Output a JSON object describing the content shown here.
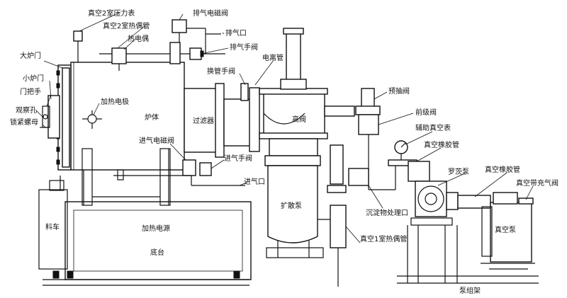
{
  "labels": {
    "vacuum2_gauge": "真空2室压力表",
    "vacuum2_thermocouple": "真空2室热偶管",
    "thermocouple": "热电偶",
    "exhaust_solenoid": "排气电磁阀",
    "exhaust_port": "排气口",
    "exhaust_manual": "排气手阀",
    "ion_tube": "电离管",
    "big_door": "大炉门",
    "small_door": "小炉门",
    "door_handle": "门把手",
    "sight_hole": "观察孔",
    "lock_nut": "锁紧螺母",
    "heating_rod": "加热电极",
    "furnace": "炉体",
    "filter": "过滤器",
    "switch_valve": "换管手阀",
    "high_valve": "高阀",
    "pre_pump_valve": "预抽阀",
    "front_valve": "前级阀",
    "aux_gauge": "辅助真空表",
    "vacuum_hose1": "真空橡胶管",
    "inlet_solenoid": "进气电磁阀",
    "inlet_manual": "进气手阀",
    "inlet_port": "进气口",
    "roots_pump": "罗茨泵",
    "vacuum_hose2": "真空橡胶管",
    "vacuum_vent": "真空带充气阀",
    "diffusion_pump": "扩散泵",
    "sediment_port": "沉淀物处理口",
    "material_cart": "料车",
    "heating_power": "加热电源",
    "base": "底台",
    "vacuum_pump": "真空泵",
    "vacuum1_thermocouple": "真空1室热偶管",
    "pump_rack": "泵组架"
  }
}
